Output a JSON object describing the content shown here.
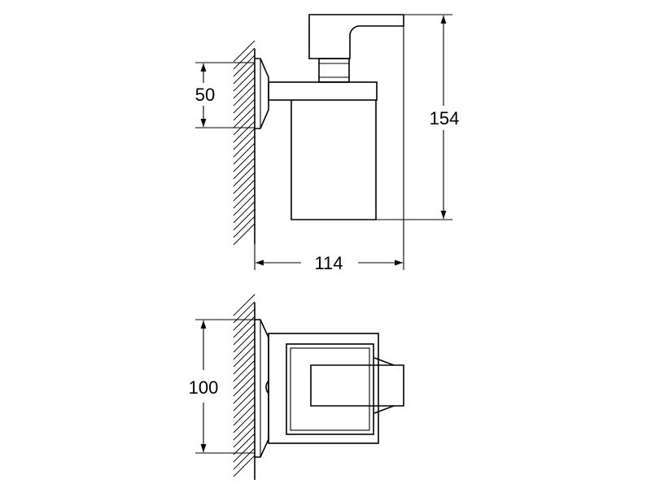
{
  "dimensions": {
    "height_top": "50",
    "total_height": "154",
    "projection": "114",
    "plate_height": "100"
  },
  "colors": {
    "line": "#000000",
    "background": "#ffffff"
  }
}
